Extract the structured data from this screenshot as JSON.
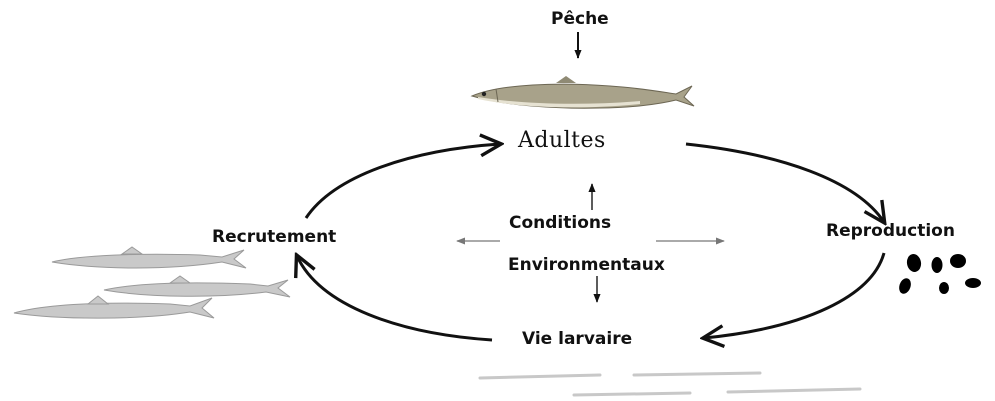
{
  "diagram": {
    "top_label": "Pêche",
    "stages": {
      "adults": "Adultes",
      "reproduction": "Reproduction",
      "larval": "Vie larvaire",
      "recruitment": "Recrutement"
    },
    "center": {
      "line1": "Conditions",
      "line2": "Environmentaux"
    },
    "colors": {
      "arrow": "#111111",
      "fish_body": "#a8a28a",
      "fish_belly": "#e6e2d2",
      "juvenile": "#b5b5b5",
      "egg": "#000000"
    },
    "icons": [
      "adult-fish-icon",
      "eggs-icon",
      "juvenile-fish-icon",
      "larvae-icon"
    ]
  }
}
